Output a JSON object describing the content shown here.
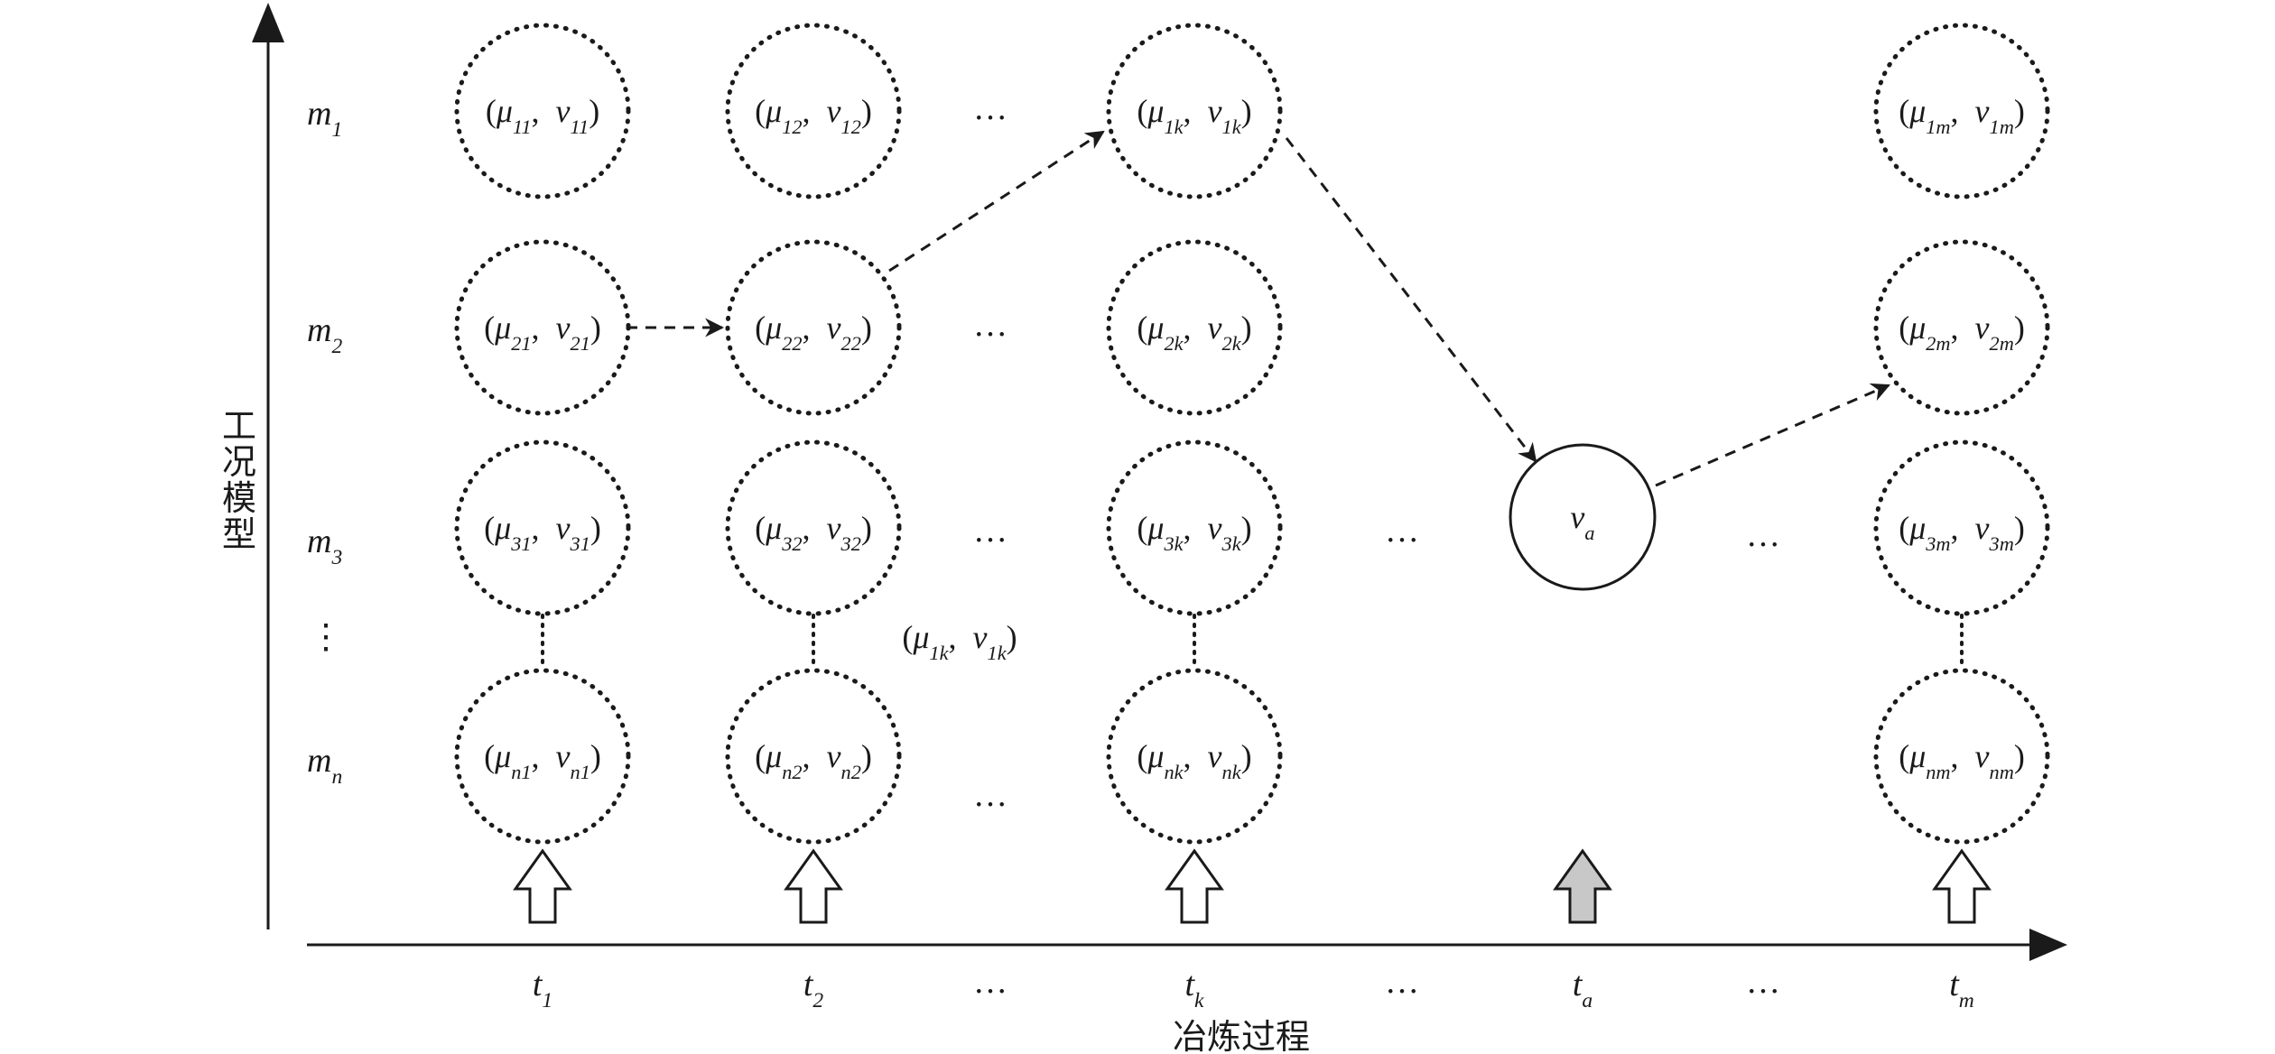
{
  "axes": {
    "y_label": "工况模型",
    "x_label": "冶炼过程"
  },
  "rows": [
    {
      "base": "m",
      "sub": "1"
    },
    {
      "base": "m",
      "sub": "2"
    },
    {
      "base": "m",
      "sub": "3"
    },
    {
      "base": "⋮",
      "sub": ""
    },
    {
      "base": "m",
      "sub": "n"
    }
  ],
  "columns": [
    {
      "base": "t",
      "sub": "1"
    },
    {
      "base": "t",
      "sub": "2"
    },
    {
      "base": "…",
      "sub": ""
    },
    {
      "base": "t",
      "sub": "k"
    },
    {
      "base": "…",
      "sub": ""
    },
    {
      "base": "t",
      "sub": "a"
    },
    {
      "base": "…",
      "sub": ""
    },
    {
      "base": "t",
      "sub": "m"
    }
  ],
  "nodes": [
    {
      "mu": "11",
      "v": "11"
    },
    {
      "mu": "12",
      "v": "12"
    },
    {
      "mu": "1k",
      "v": "1k"
    },
    {
      "mu": "1m",
      "v": "1m"
    },
    {
      "mu": "21",
      "v": "21"
    },
    {
      "mu": "22",
      "v": "22"
    },
    {
      "mu": "2k",
      "v": "2k"
    },
    {
      "mu": "2m",
      "v": "2m"
    },
    {
      "mu": "31",
      "v": "31"
    },
    {
      "mu": "32",
      "v": "32"
    },
    {
      "mu": "3k",
      "v": "3k"
    },
    {
      "mu": "3m",
      "v": "3m"
    },
    {
      "mu": "n1",
      "v": "n1"
    },
    {
      "mu": "n2",
      "v": "n2"
    },
    {
      "mu": "nk",
      "v": "nk"
    },
    {
      "mu": "nm",
      "v": "nm"
    }
  ],
  "floating_label": {
    "mu": "1k",
    "v": "1k"
  },
  "actual_node": {
    "base": "v",
    "sub": "a"
  },
  "ellipsis": "…",
  "vellipsis": "⋮",
  "symbols": {
    "mu": "μ",
    "v": "v",
    "comma": ",",
    "lparen": "(",
    "rparen": ")"
  },
  "colors": {
    "stroke": "#1a1a1a",
    "actual_arrow_fill": "#c8c8c8",
    "arrow_fill": "#ffffff"
  }
}
